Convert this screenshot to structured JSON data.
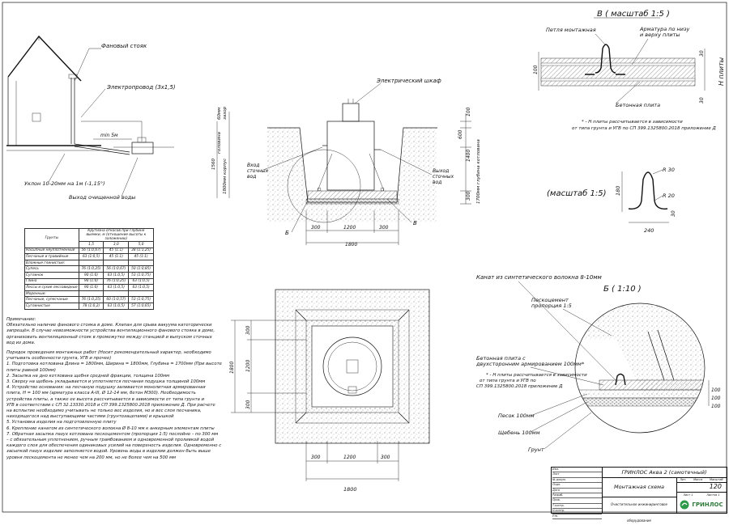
{
  "house": {
    "fan_riser": "Фановый стояк",
    "electric_line": "Электропровод (3х1,5)",
    "min_distance": "min 5м",
    "slope": "Уклон 10-20мм на 1м (-1,15°)",
    "outlet": "Выход очищенной воды"
  },
  "section": {
    "cabinet": "Электрический шкаф",
    "labels": [
      "60мм",
      "зазор",
      "головина",
      "1800мм корпус",
      "Вход",
      "сточных",
      "вод",
      "Выход",
      "сточных",
      "вод",
      "1700мм глубина котлована"
    ],
    "dims_right": [
      "100",
      "600",
      "1400",
      "300"
    ],
    "dim_left": "1560",
    "dims_bottom": [
      "300",
      "1200",
      "300"
    ],
    "dim_total": "1800",
    "marks": [
      "Б",
      "В"
    ]
  },
  "detail_v": {
    "title": "В ( масштаб 1:5 )",
    "loop": "Петля монтажная",
    "rebar": "Арматура по низу и верху плиты",
    "slab": "Бетонная плита",
    "dims": [
      "100",
      "30",
      "30",
      "Н плиты"
    ],
    "note_lines": [
      "* - Н плиты рассчитывается в зависимости",
      "от типа грунта и УГВ по СП 399.1325800.2018 приложение Д"
    ]
  },
  "loop_detail": {
    "title": "(масштаб 1:5)",
    "dims": [
      "R 30",
      "R 20",
      "180",
      "30",
      "240"
    ]
  },
  "detail_b": {
    "title": "Б ( 1:10 )",
    "rope": "Канат из синтетического волокна 8-10мм",
    "sand_cement": "Пескоцемент пропорция 1:5",
    "slab": "Бетонная плита с двухсторонним армированием 100мм*",
    "note_lines": [
      "* - Н плиты рассчитывается в зависимости",
      "от типа грунта и УГВ по",
      "СП 399.1325800.2018 приложение Д"
    ],
    "sand": "Песок 100мм",
    "gravel": "Щебень 100мм",
    "ground": "Грунт",
    "dims": [
      "100",
      "100",
      "100"
    ]
  },
  "plan": {
    "dims_bottom": [
      "300",
      "1200",
      "300"
    ],
    "dim_total": "1800",
    "dims_left": [
      "1800"
    ],
    "dims_inner": [
      "300",
      "1200",
      "300"
    ]
  },
  "soil_table": {
    "header": [
      "Грунты",
      "Крутизна откосов при глубине выемки, м (отношение высоты к заложению)"
    ],
    "subheader": [
      "1,5",
      "3,0",
      "5,0"
    ],
    "rows": [
      [
        "Насыпные неуплотненные",
        "56 (1:0,67)",
        "45 (1:1)",
        "38 (1:1,25)"
      ],
      [
        "Песчаные и гравийные",
        "63 (1:0,5)",
        "45 (1:1)",
        "45 (1:1)"
      ],
      [
        "Влажные глинистые:",
        "",
        "",
        ""
      ],
      [
        "Супесь",
        "76 (1:0,25)",
        "56 (1:0,67)",
        "50 (1:0,85)"
      ],
      [
        "Суглинок",
        "90 (1:0)",
        "63 (1:0,5)",
        "53 (1:0,75)"
      ],
      [
        "Глина",
        "90 (1:0)",
        "76 (1:0,25)",
        "63 (1:0,5)"
      ],
      [
        "Лессы и сухие лессовидные",
        "90 (1:0)",
        "63 (1:0,5)",
        "63 (1:0,5)"
      ],
      [
        "Моренные:",
        "",
        "",
        ""
      ],
      [
        "Песчаные, супесчаные",
        "76 (1:0,25)",
        "60 (1:0,57)",
        "53 (1:0,75)"
      ],
      [
        "Суглинистые",
        "78 (1:0,2)",
        "63 (1:0,5)",
        "57 (1:0,65)"
      ]
    ]
  },
  "notes": [
    "Примечание:",
    "Обязательно наличие фанового стояка в доме. Клапан для срыва вакуума категорически",
    "запрещён. В случае невозможности устройства вентиляционного фанового стояка в доме,",
    "организовать вентиляционный стояк в промежутке между станцией и выпуском сточных",
    "вод из дома.",
    "",
    "Порядок проведения монтажных работ (Носит рекомендательный характер, необходимо",
    "учитывать особенности грунта, УГВ и прочее)",
    "1. Подготовка котлована Длина = 1800мм, Ширина = 1800мм, Глубина = 1700мм (При высоте",
    "плиты равной 100мм)",
    "2. Засыпка на дно котлована щебня средней фракции, толщина 100мм",
    "3. Сверху на щебень укладывается и уплотняется песчаная подушка толщиной 100мм",
    "4. Устройство основания: на песчаную подушку заливается монолитная армированная",
    "плита, Н = 100 мм (арматура класса А-III, Ø 12-14 мм, бетон М300). Необходимость",
    "устройства плиты, а также ее высота рассчитывается в зависимости от типа грунта и",
    "УГВ в соответствии с СП 32.13330.2018 и СП 399.1325800.2018 приложение Д. При расчете",
    "на всплытие необходимо учитывать не только вес изделия, но и вес слоя песчаника,",
    "находящегося над выступающими частями (грунтозацепами) и крышкой",
    "5. Установка изделия на подготовленную плиту",
    "6. Крепление канатом из синтетического волокна Ø 8-10 мм к анкерным элементам плиты",
    "7. Обратная засыпка пазух котлована пескоцементом (пропорция 1:5) послойно – по 300 мм",
    "– с обязательным уплотнением, ручным трамбованием и одновременной проливкой водой",
    "каждого слоя для обеспечения одинаковых усилий на поверхность изделия. Одновременно с",
    "засыпкой пазух изделие заполняется водой. Уровень воды в изделии должен быть выше",
    "уровня пескоцемента не менее чем на 200 мм, но не более чем на 500 мм"
  ],
  "stamp": {
    "product": "ГРИНЛОС Аква 2 (самотечный)",
    "title": "Монтажная схема",
    "sheet": "120",
    "footer": "Очистительное инжиниринговое оборудование",
    "logo": "ГРИНЛОС",
    "cols": [
      "Лит.",
      "Масса",
      "Масштаб"
    ],
    "sheet_label": "Лист 1",
    "sheets_label": "Листов 1",
    "side": [
      "Изм.",
      "Лист",
      "№ докум.",
      "Подп.",
      "Дата",
      "Разраб.",
      "Пров.",
      "Т.контр.",
      "Н.контр.",
      "Утв."
    ]
  }
}
